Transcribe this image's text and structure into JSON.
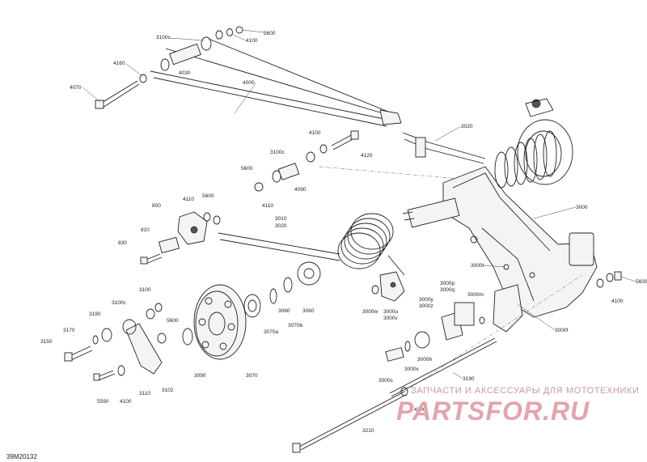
{
  "diagram": {
    "drawing_code": "39M20132",
    "watermark_top": "ЗАПЧАСТИ И АКСЕССУАРЫ ДЛЯ МОТОТЕХНИКИ",
    "watermark_logo": "PARTSFOR.RU",
    "callouts": [
      "3100c",
      "5600",
      "4100",
      "4030",
      "4160",
      "4070",
      "4000",
      "3020",
      "4100",
      "4120",
      "3100c",
      "5600",
      "4110",
      "4090",
      "3000",
      "800",
      "4110",
      "5600",
      "3010",
      "3020",
      "810",
      "830",
      "3000t",
      "5600",
      "3000p",
      "3000q",
      "3000m",
      "3080",
      "3060",
      "3000w",
      "3000u",
      "3000v",
      "3000y",
      "3000z",
      "4100",
      "3100",
      "3100c",
      "3190",
      "3170",
      "3150",
      "5600",
      "3070a",
      "3070b",
      "3000f",
      "3000x",
      "3000h",
      "3000s",
      "3190",
      "3090",
      "3070",
      "5590",
      "4100",
      "3110",
      "3102",
      "4100",
      "3210"
    ]
  }
}
